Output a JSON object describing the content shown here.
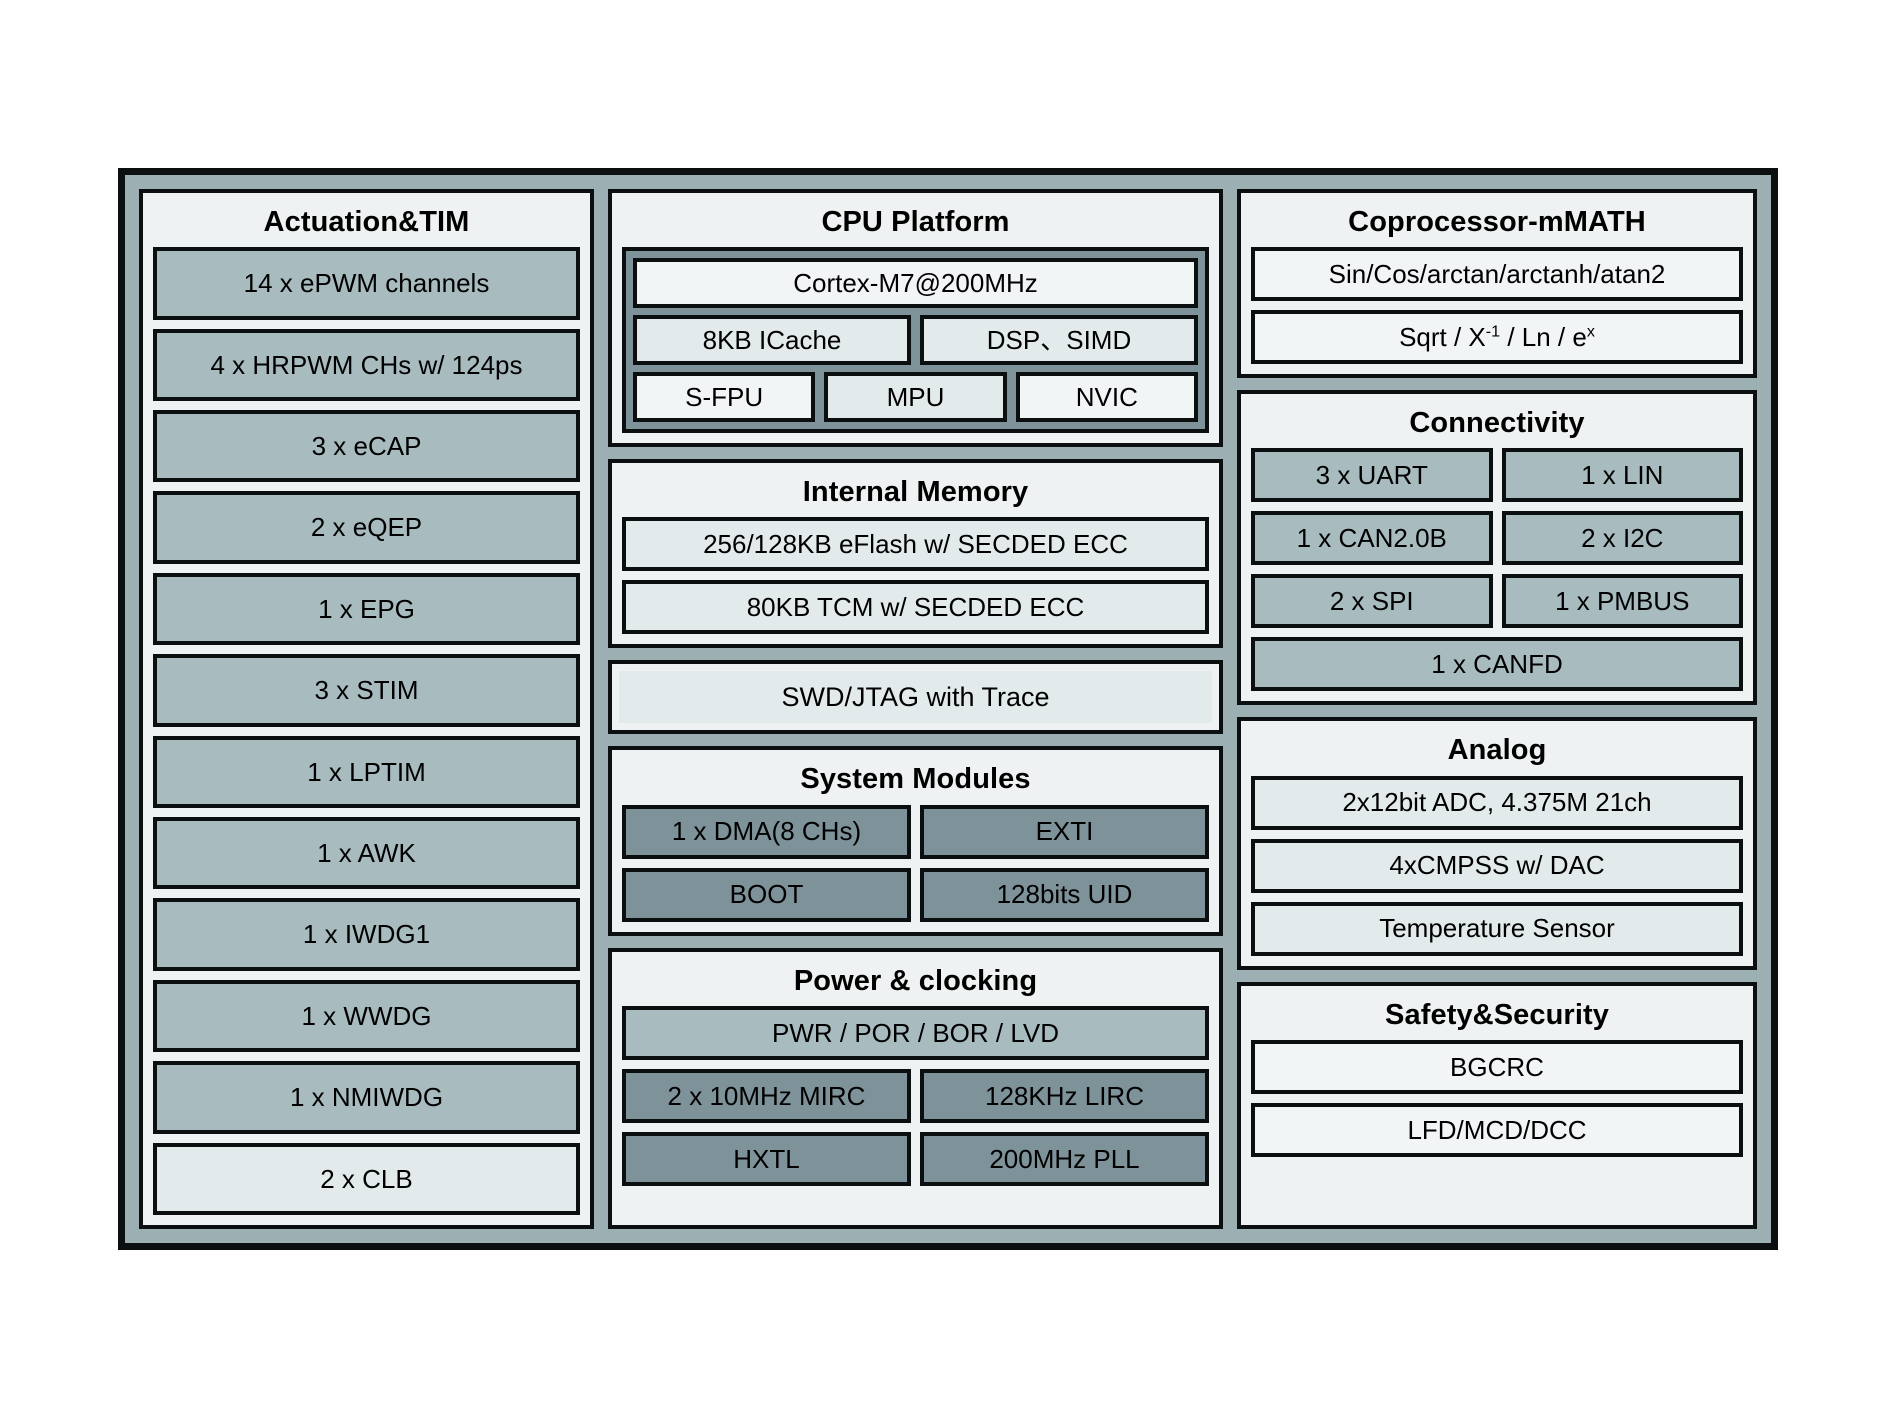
{
  "diagram": {
    "title_hidden": "",
    "colors": {
      "frame": "#9cb0b4",
      "outline": "#0b0f10",
      "panel_bg": "#eef2f3",
      "tier_medium": "#a8bcc0",
      "tier_dark": "#7e9299",
      "tier_pale": "#e3eaec",
      "tier_light": "#f1f5f6"
    }
  },
  "left_column": {
    "actuation": {
      "title": "Actuation&TIM",
      "items": [
        "14 x ePWM channels",
        "4 x HRPWM CHs w/ 124ps",
        "3 x eCAP",
        "2 x eQEP",
        "1 x EPG",
        "3 x STIM",
        "1 x LPTIM",
        "1 x AWK",
        "1 x IWDG1",
        "1 x WWDG",
        "1 x NMIWDG",
        "2 x CLB"
      ]
    }
  },
  "middle_column": {
    "cpu_platform": {
      "title": "CPU Platform",
      "core": "Cortex-M7@200MHz",
      "row_a": [
        "8KB ICache",
        "DSP、SIMD"
      ],
      "row_b": [
        "S-FPU",
        "MPU",
        "NVIC"
      ]
    },
    "internal_memory": {
      "title": "Internal Memory",
      "items": [
        "256/128KB eFlash w/ SECDED ECC",
        "80KB TCM w/ SECDED ECC"
      ]
    },
    "debug": {
      "label": "SWD/JTAG with Trace"
    },
    "system_modules": {
      "title": "System Modules",
      "row_a": [
        "1 x DMA(8 CHs)",
        "EXTI"
      ],
      "row_b": [
        "BOOT",
        "128bits UID"
      ]
    },
    "power_clocking": {
      "title": "Power & clocking",
      "full": "PWR / POR / BOR / LVD",
      "row_a": [
        "2 x 10MHz MIRC",
        "128KHz LIRC"
      ],
      "row_b": [
        "HXTL",
        "200MHz PLL"
      ]
    }
  },
  "right_column": {
    "coprocessor": {
      "title": "Coprocessor-mMATH",
      "item1": "Sin/Cos/arctan/arctanh/atan2",
      "item2_parts": {
        "a": "Sqrt / X",
        "a_sup": "-1",
        "b": " / Ln / e",
        "b_sup": "x"
      }
    },
    "connectivity": {
      "title": "Connectivity",
      "row_a": [
        "3 x UART",
        "1 x LIN"
      ],
      "row_b": [
        "1 x CAN2.0B",
        "2 x I2C"
      ],
      "row_c": [
        "2 x SPI",
        "1 x PMBUS"
      ],
      "full": "1 x CANFD"
    },
    "analog": {
      "title": "Analog",
      "items": [
        "2x12bit ADC, 4.375M 21ch",
        "4xCMPSS w/ DAC",
        "Temperature Sensor"
      ]
    },
    "safety_security": {
      "title": "Safety&Security",
      "items": [
        "BGCRC",
        "LFD/MCD/DCC"
      ]
    }
  }
}
